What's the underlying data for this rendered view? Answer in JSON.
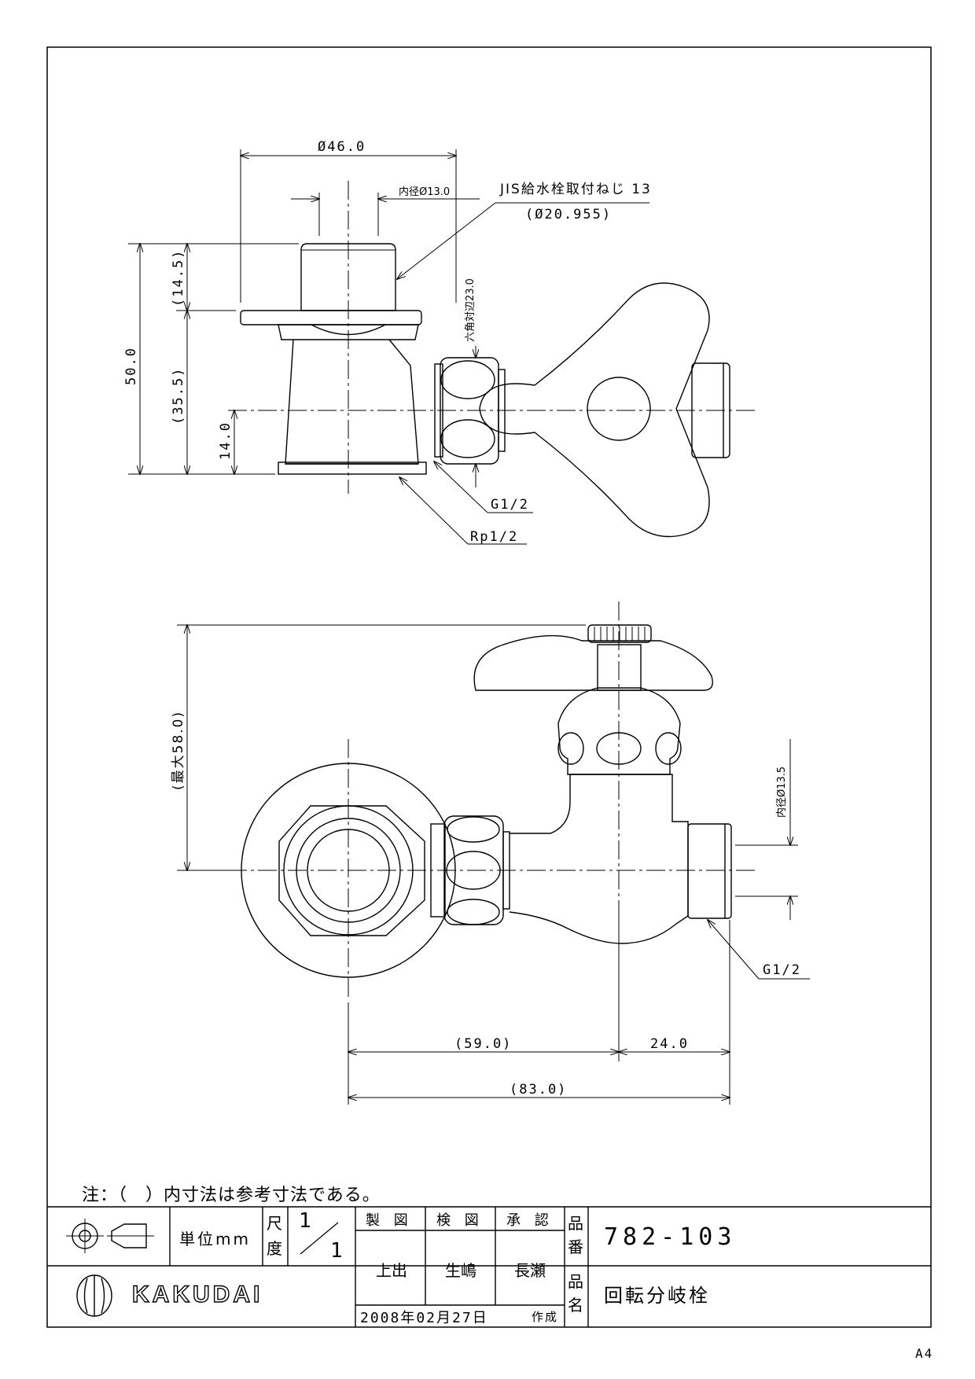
{
  "top_view": {
    "dim_outer_dia": "Ø46.0",
    "dim_inner_dia": "内径Ø13.0",
    "thread_callout": "JIS給水栓取付ねじ 13",
    "thread_dia": "(Ø20.955)",
    "dim_hex": "六角対辺23.0",
    "dim_total_height": "50.0",
    "dim_top_height": "(14.5)",
    "dim_mid_height": "(35.5)",
    "dim_low_height": "14.0",
    "outlet_thread": "G1/2",
    "inlet_thread": "Rp1/2"
  },
  "front_view": {
    "dim_max_height": "(最大58.0)",
    "dim_outlet_inner": "内径Ø13.5",
    "outlet_thread": "G1/2",
    "dim_left_len": "(59.0)",
    "dim_right_len": "24.0",
    "dim_total_len": "(83.0)"
  },
  "note": "注：（　）内寸法は参考寸法である。",
  "title_block": {
    "unit_label": "単位mm",
    "scale_label_1": "尺",
    "scale_label_2": "度",
    "scale_num": "1",
    "scale_den": "1",
    "drawn_header": "製 図",
    "checked_header": "検 図",
    "approved_header": "承 認",
    "drawn_by": "上出",
    "checked_by": "生嶋",
    "approved_by": "長瀬",
    "part_no_label_1": "品",
    "part_no_label_2": "番",
    "part_no": "782-103",
    "part_name_label_1": "品",
    "part_name_label_2": "名",
    "part_name": "回転分岐栓",
    "date": "2008年02月27日",
    "date_suffix": "作成",
    "company": "KAKUDAI",
    "sheet_size": "A4"
  }
}
